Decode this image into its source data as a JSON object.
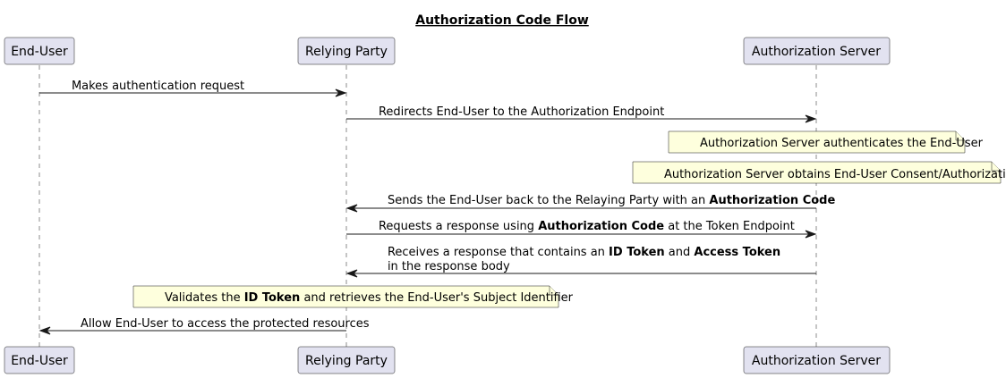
{
  "diagram": {
    "title": "Authorization Code Flow",
    "participants": [
      {
        "id": "enduser",
        "label": "End-User"
      },
      {
        "id": "rp",
        "label": "Relying Party"
      },
      {
        "id": "as",
        "label": "Authorization Server"
      }
    ],
    "messages": [
      {
        "from": "enduser",
        "to": "rp",
        "lines": [
          [
            {
              "text": "Makes authentication request",
              "bold": false
            }
          ]
        ]
      },
      {
        "from": "rp",
        "to": "as",
        "lines": [
          [
            {
              "text": "Redirects End-User to the Authorization Endpoint",
              "bold": false
            }
          ]
        ]
      },
      {
        "from": "as",
        "to": "rp",
        "lines": [
          [
            {
              "text": "Sends the End-User back to the Relaying Party with an ",
              "bold": false
            },
            {
              "text": "Authorization Code",
              "bold": true
            }
          ]
        ]
      },
      {
        "from": "rp",
        "to": "as",
        "lines": [
          [
            {
              "text": "Requests a response using ",
              "bold": false
            },
            {
              "text": "Authorization Code",
              "bold": true
            },
            {
              "text": " at the Token Endpoint",
              "bold": false
            }
          ]
        ]
      },
      {
        "from": "as",
        "to": "rp",
        "lines": [
          [
            {
              "text": "Receives a response that contains an ",
              "bold": false
            },
            {
              "text": "ID Token",
              "bold": true
            },
            {
              "text": " and ",
              "bold": false
            },
            {
              "text": "Access Token",
              "bold": true
            }
          ],
          [
            {
              "text": "in the response body",
              "bold": false
            }
          ]
        ]
      },
      {
        "from": "rp",
        "to": "enduser",
        "lines": [
          [
            {
              "text": "Allow End-User to access the protected resources",
              "bold": false
            }
          ]
        ]
      }
    ],
    "notes": [
      {
        "over": "as",
        "segments": [
          {
            "text": "Authorization Server authenticates the End-User",
            "bold": false
          }
        ]
      },
      {
        "over": "as",
        "segments": [
          {
            "text": "Authorization Server obtains End-User Consent/Authorization",
            "bold": false
          }
        ]
      },
      {
        "over": "rp",
        "segments": [
          {
            "text": "Validates the ",
            "bold": false
          },
          {
            "text": "ID Token",
            "bold": true
          },
          {
            "text": " and retrieves the End-User's Subject Identifier",
            "bold": false
          }
        ]
      }
    ],
    "colors": {
      "participant_fill": "#E2E2F0",
      "note_fill": "#FEFFDD",
      "line": "#181818"
    }
  }
}
